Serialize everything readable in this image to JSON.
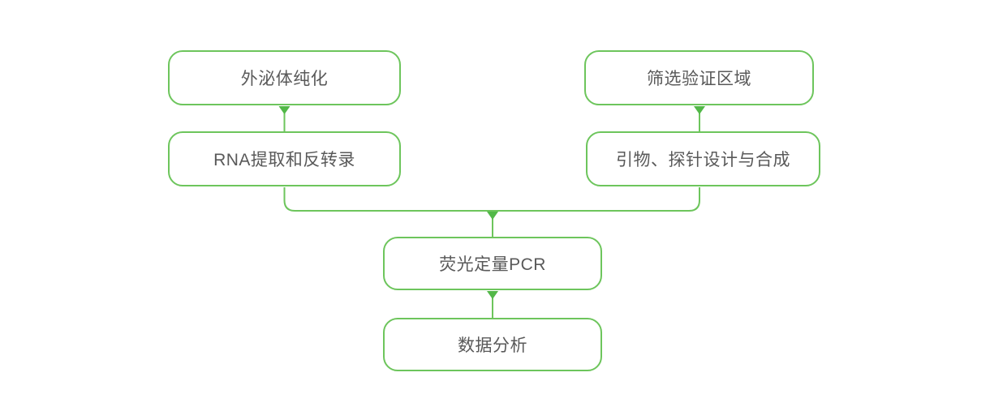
{
  "theme": {
    "stroke_color": "#6dc55c",
    "arrow_color": "#52b848",
    "text_color": "#595959",
    "box_background": "#ffffff",
    "canvas_background": "#ffffff"
  },
  "flowchart": {
    "nodes": [
      {
        "id": "exosome",
        "label": "外泌体纯化"
      },
      {
        "id": "screening",
        "label": "筛选验证区域"
      },
      {
        "id": "rna",
        "label": "RNA提取和反转录"
      },
      {
        "id": "primer",
        "label": "引物、探针设计与合成"
      },
      {
        "id": "qpcr",
        "label": "荧光定量PCR"
      },
      {
        "id": "analysis",
        "label": "数据分析"
      }
    ],
    "edges": [
      {
        "from": "外泌体纯化",
        "to": "RNA提取和反转录"
      },
      {
        "from": "筛选验证区域",
        "to": "引物、探针设计与合成"
      },
      {
        "from": "RNA提取和反转录",
        "to": "荧光定量PCR"
      },
      {
        "from": "引物、探针设计与合成",
        "to": "荧光定量PCR"
      },
      {
        "from": "荧光定量PCR",
        "to": "数据分析"
      }
    ]
  }
}
